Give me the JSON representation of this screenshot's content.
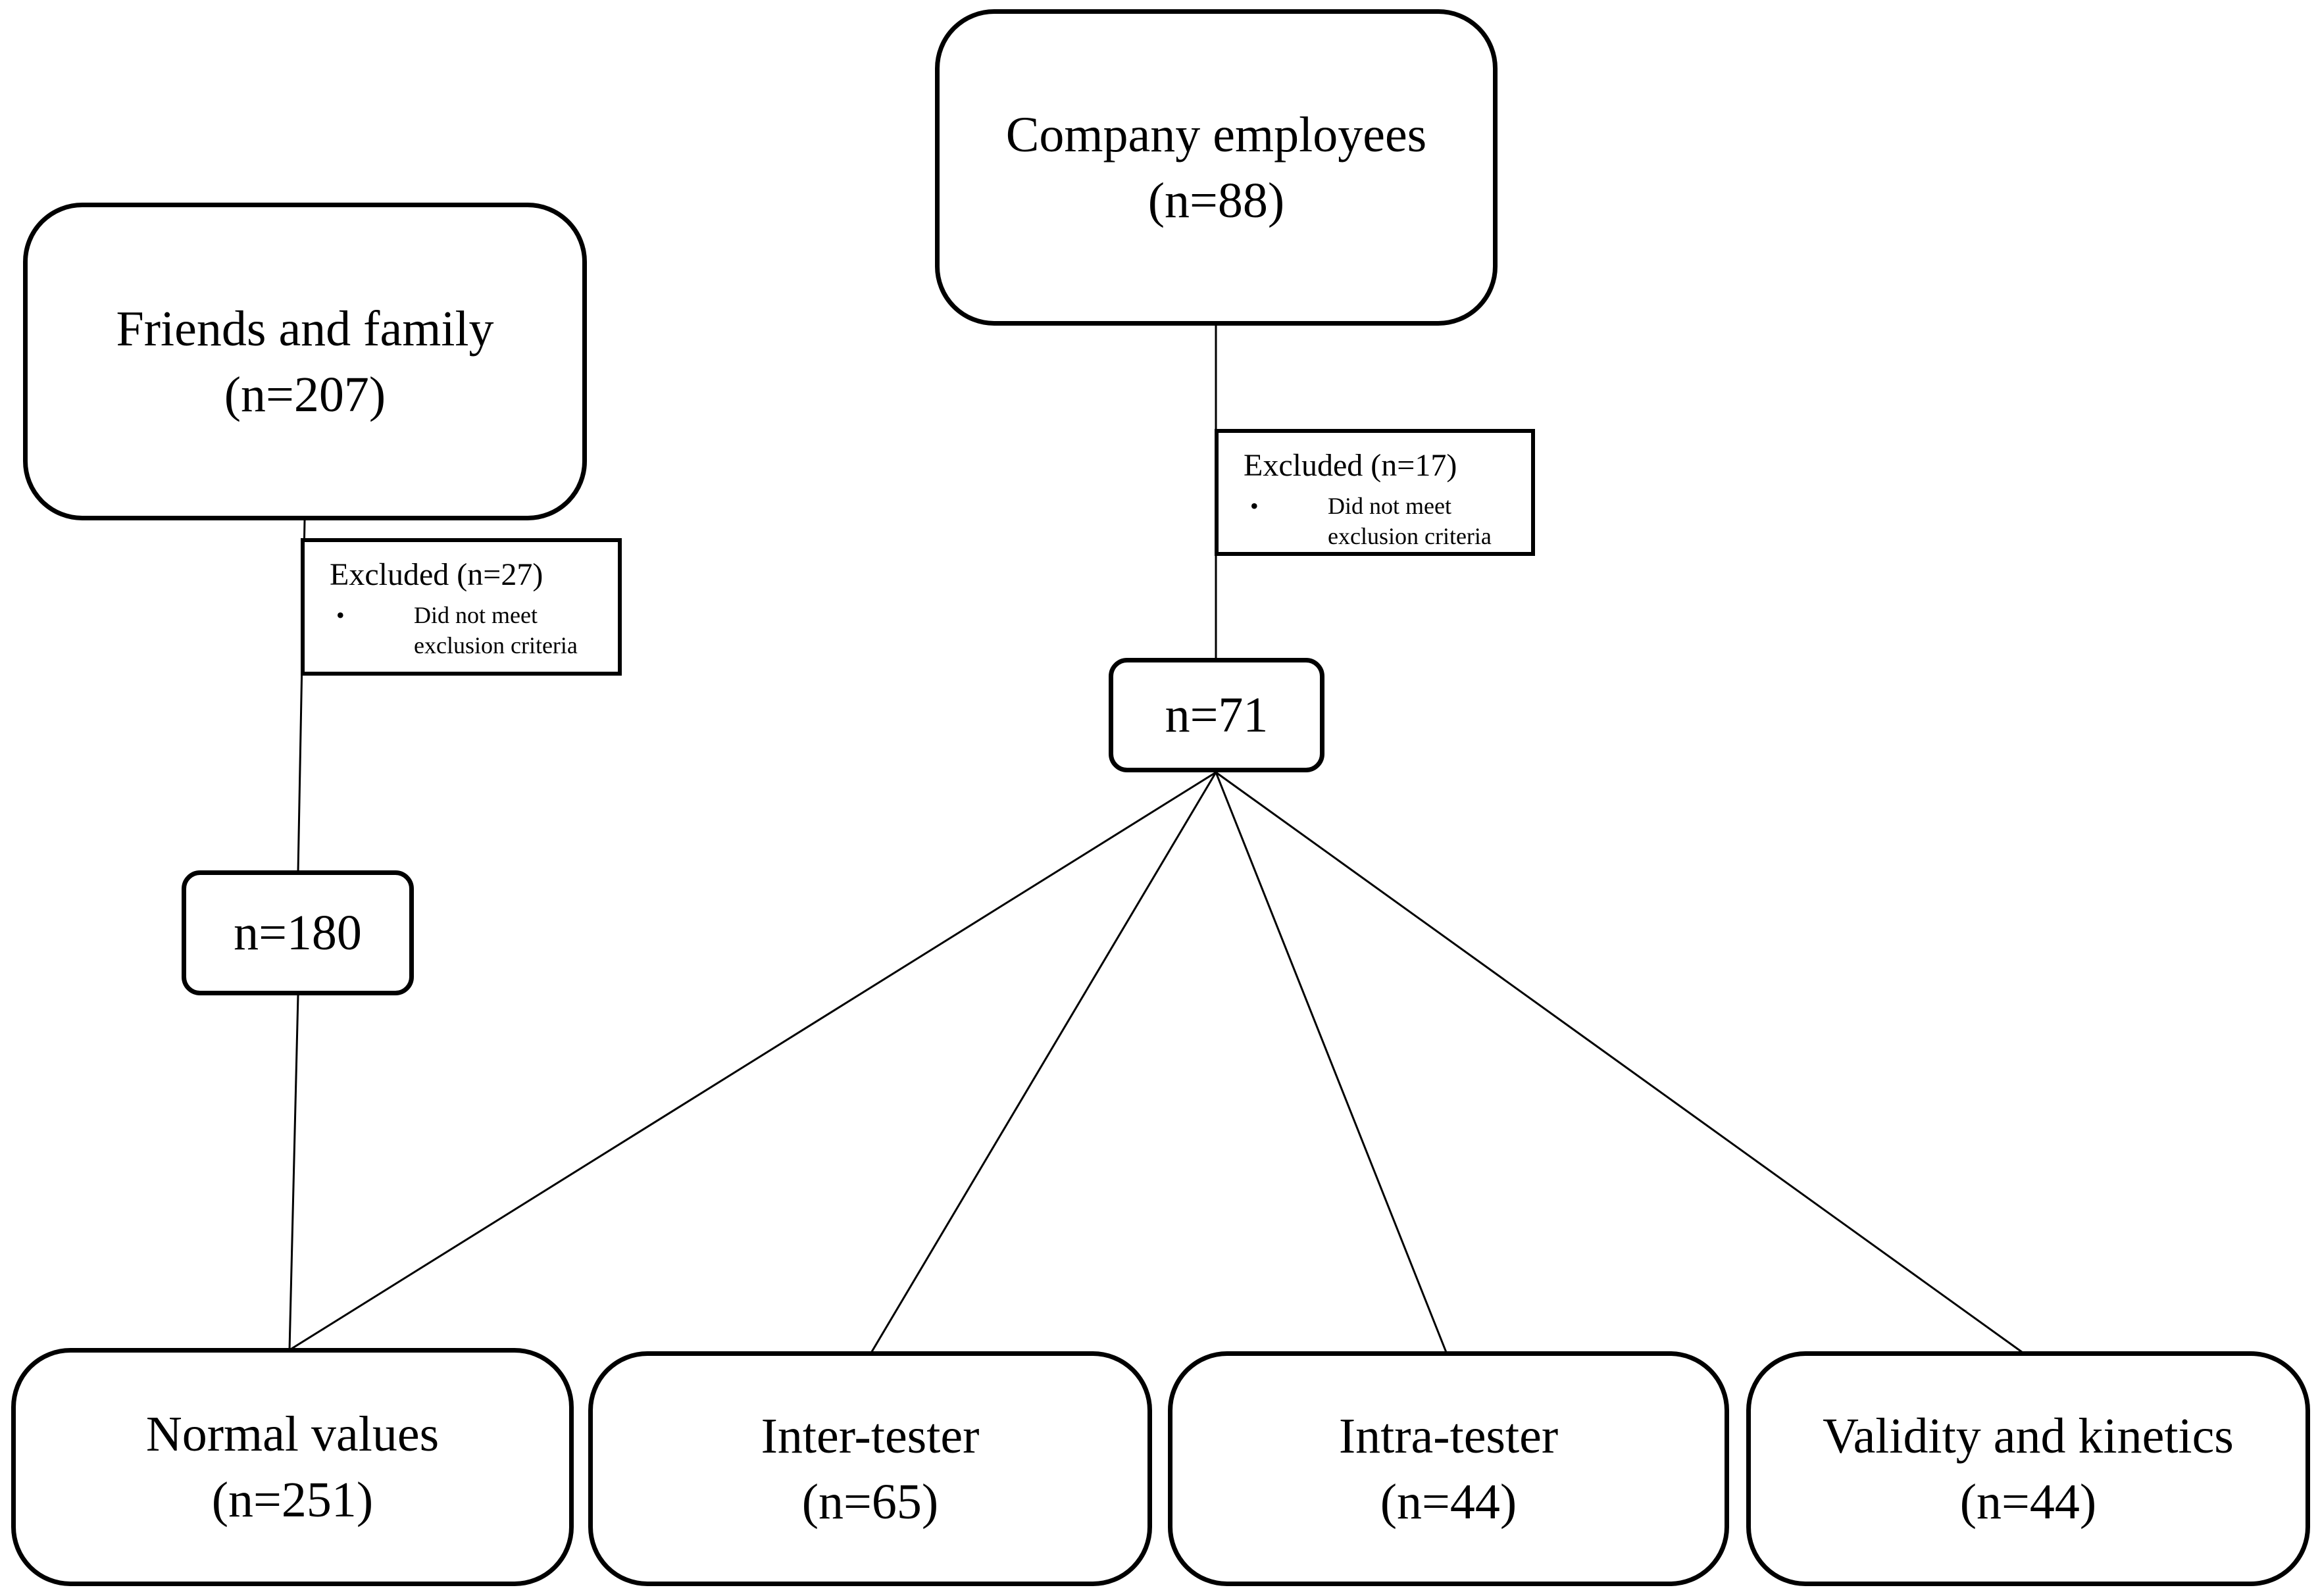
{
  "nodes": {
    "company_employees": {
      "label": "Company employees",
      "count": "(n=88)"
    },
    "friends_family": {
      "label": "Friends and family",
      "count": "(n=207)"
    },
    "excluded_company": {
      "title": "Excluded (n=17)",
      "bullet": "•",
      "reason_lines": [
        "Did not meet",
        "exclusion criteria"
      ]
    },
    "excluded_friends": {
      "title": "Excluded (n=27)",
      "bullet": "•",
      "reason_lines": [
        "Did not meet",
        "exclusion criteria"
      ]
    },
    "company_remaining": {
      "count": "n=71"
    },
    "friends_remaining": {
      "count": "n=180"
    },
    "normal_values": {
      "label": "Normal values",
      "count": "(n=251)"
    },
    "inter_tester": {
      "label": "Inter-tester",
      "count": "(n=65)"
    },
    "intra_tester": {
      "label": "Intra-tester",
      "count": "(n=44)"
    },
    "validity_kinetics": {
      "label": "Validity and kinetics",
      "count": "(n=44)"
    }
  },
  "edges": [
    {
      "from": "company_employees",
      "to": "company_remaining"
    },
    {
      "from": "friends_family",
      "to": "friends_remaining"
    },
    {
      "from": "friends_remaining",
      "to": "normal_values"
    },
    {
      "from": "company_remaining",
      "to": "normal_values"
    },
    {
      "from": "company_remaining",
      "to": "inter_tester"
    },
    {
      "from": "company_remaining",
      "to": "intra_tester"
    },
    {
      "from": "company_remaining",
      "to": "validity_kinetics"
    }
  ],
  "colors": {
    "stroke": "#000000",
    "background": "#ffffff"
  }
}
